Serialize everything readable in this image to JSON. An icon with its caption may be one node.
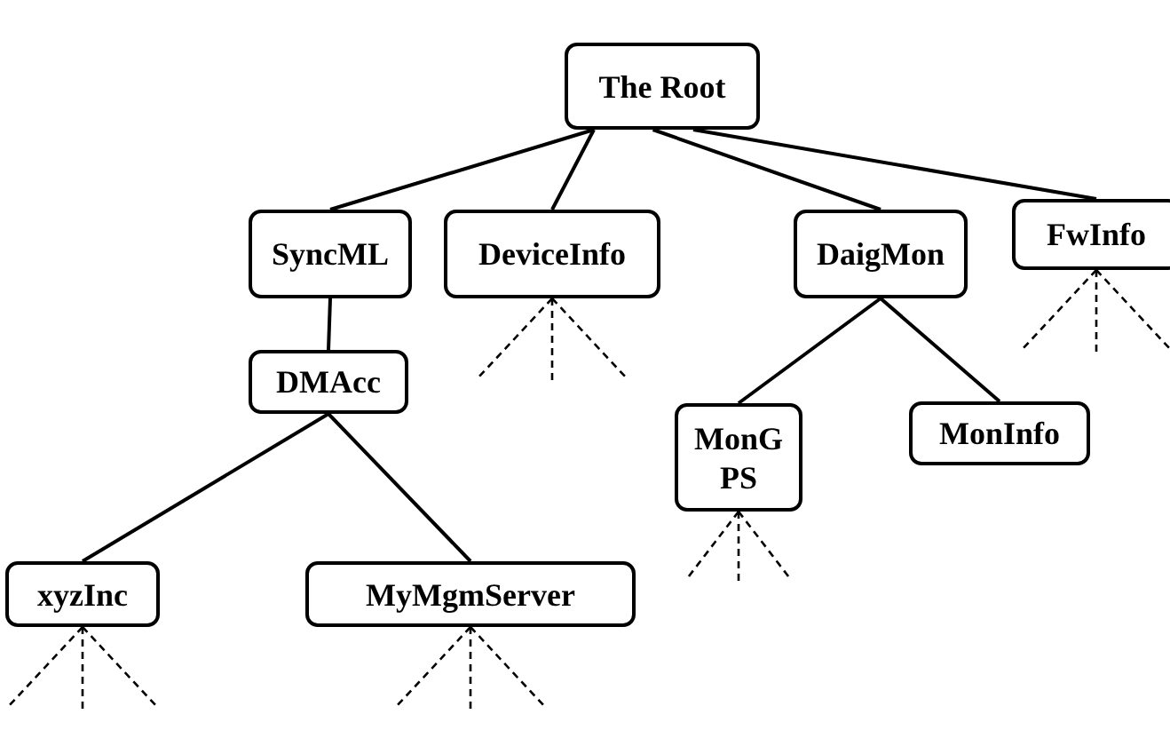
{
  "diagram": {
    "nodes": [
      {
        "text": [
          "The Root"
        ]
      },
      {
        "text": [
          "SyncML"
        ]
      },
      {
        "text": [
          "DeviceInfo"
        ]
      },
      {
        "text": [
          "DaigMon"
        ]
      },
      {
        "text": [
          "FwInfo"
        ]
      },
      {
        "text": [
          "DMAcc"
        ]
      },
      {
        "text": [
          "MonG PS"
        ]
      },
      {
        "text": [
          "MonInfo"
        ]
      },
      {
        "text": [
          "xyzInc"
        ]
      },
      {
        "text": [
          "MyMgmServer"
        ]
      }
    ],
    "edges": [
      {
        "from": 0,
        "to": 1,
        "arrow": "none"
      },
      {
        "from": 0,
        "to": 2,
        "arrow": "none"
      },
      {
        "from": 0,
        "to": 3,
        "arrow": "none"
      },
      {
        "from": 0,
        "to": 4,
        "arrow": "none"
      },
      {
        "from": 1,
        "to": 5,
        "arrow": "none"
      },
      {
        "from": 5,
        "to": 8,
        "arrow": "none"
      },
      {
        "from": 5,
        "to": 9,
        "arrow": "none"
      },
      {
        "from": 3,
        "to": 6,
        "arrow": "none"
      },
      {
        "from": 3,
        "to": 7,
        "arrow": "none"
      },
      {
        "from": 2,
        "to": null,
        "arrow": "none",
        "style": "dashed"
      },
      {
        "from": 2,
        "to": null,
        "arrow": "none",
        "style": "dashed"
      },
      {
        "from": 2,
        "to": null,
        "arrow": "none",
        "style": "dashed"
      },
      {
        "from": 4,
        "to": null,
        "arrow": "none",
        "style": "dashed"
      },
      {
        "from": 4,
        "to": null,
        "arrow": "none",
        "style": "dashed"
      },
      {
        "from": 4,
        "to": null,
        "arrow": "none",
        "style": "dashed"
      },
      {
        "from": 6,
        "to": null,
        "arrow": "none",
        "style": "dashed"
      },
      {
        "from": 6,
        "to": null,
        "arrow": "none",
        "style": "dashed"
      },
      {
        "from": 6,
        "to": null,
        "arrow": "none",
        "style": "dashed"
      },
      {
        "from": 8,
        "to": null,
        "arrow": "none",
        "style": "dashed"
      },
      {
        "from": 8,
        "to": null,
        "arrow": "none",
        "style": "dashed"
      },
      {
        "from": 8,
        "to": null,
        "arrow": "none",
        "style": "dashed"
      },
      {
        "from": 9,
        "to": null,
        "arrow": "none",
        "style": "dashed"
      },
      {
        "from": 9,
        "to": null,
        "arrow": "none",
        "style": "dashed"
      },
      {
        "from": 9,
        "to": null,
        "arrow": "none",
        "style": "dashed"
      }
    ]
  }
}
